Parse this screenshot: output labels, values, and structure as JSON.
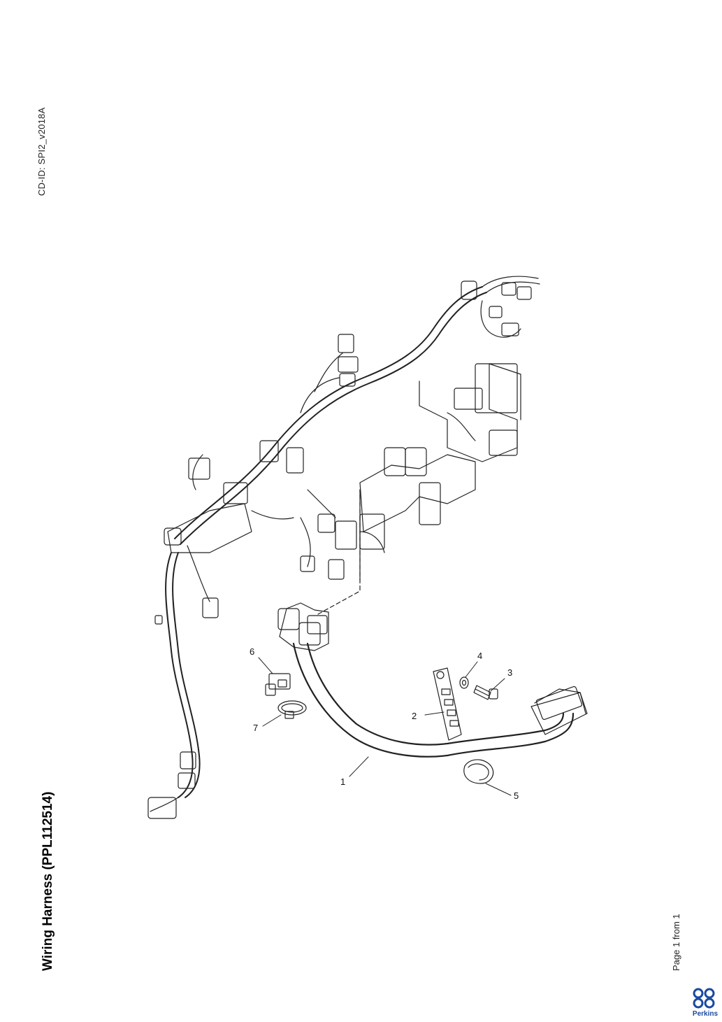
{
  "document": {
    "cd_id": "CD-ID: SPI2_v2018A",
    "title": "Wiring Harness (PPL112514)",
    "page_footer": "Page 1 from 1"
  },
  "brand": {
    "logo_text": "Perkins",
    "logo_color": "#1a4aa0"
  },
  "callouts": {
    "c1": "1",
    "c2": "2",
    "c3": "3",
    "c4": "4",
    "c5": "5",
    "c6": "6",
    "c7": "7"
  }
}
